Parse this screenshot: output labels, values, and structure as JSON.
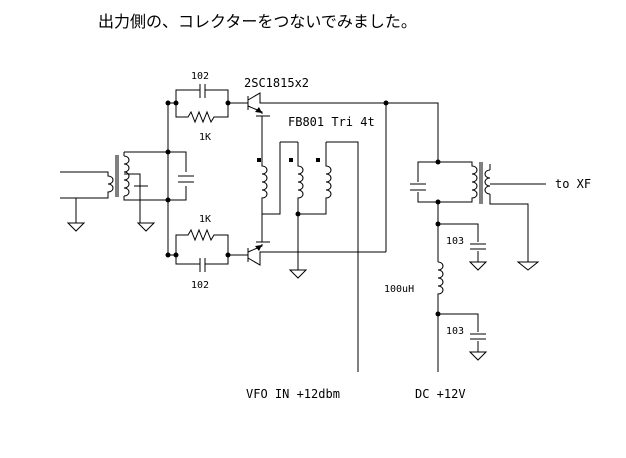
{
  "title": "出力側の、コレクターをつないでみました。",
  "labels": {
    "transistor": "2SC1815x2",
    "core": "FB801 Tri 4t",
    "cap_top": "102",
    "res_top": "1K",
    "res_bottom": "1K",
    "cap_bottom": "102",
    "cap_103_upper": "103",
    "inductor": "100uH",
    "cap_103_lower": "103",
    "output": "to XF",
    "vfo_input": "VFO IN +12dbm",
    "supply": "DC +12V"
  }
}
